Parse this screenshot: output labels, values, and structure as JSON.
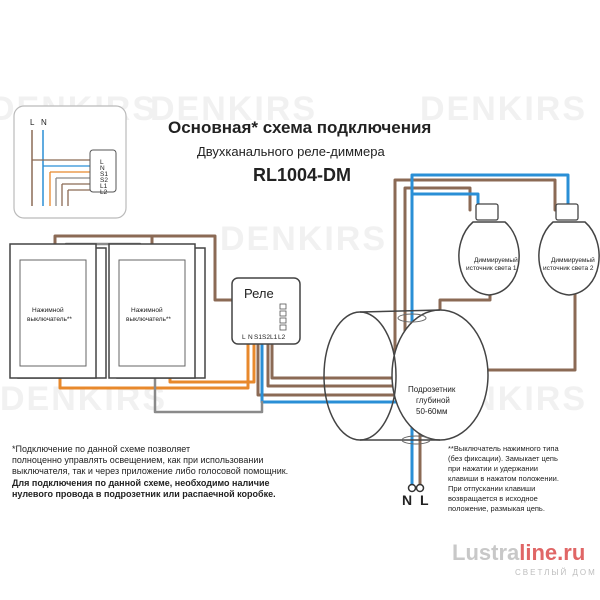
{
  "colors": {
    "wire_brown": "#8b6a55",
    "wire_blue": "#2a8fd6",
    "wire_orange": "#e8892c",
    "wire_gray": "#8a8a8a",
    "outline": "#333333",
    "brand_red": "#e06666"
  },
  "header": {
    "title": "Основная* схема подключения",
    "subtitle": "Двухканального реле-диммера",
    "model": "RL1004-DM"
  },
  "watermark": "DENKIRS",
  "mini_scheme": {
    "label_l": "L",
    "label_n": "N",
    "terminals": [
      "L",
      "N",
      "S1",
      "S2",
      "L1",
      "L2"
    ]
  },
  "switches": [
    {
      "label_line1": "Нажимной",
      "label_line2": "выключатель**"
    },
    {
      "label_line1": "Нажимной",
      "label_line2": "выключатель**"
    }
  ],
  "relay": {
    "label": "Реле",
    "terminals": [
      "L",
      "N",
      "S1",
      "S2",
      "L1",
      "L2"
    ]
  },
  "bulbs": [
    {
      "label_line1": "Диммируемый",
      "label_line2": "источник света 1"
    },
    {
      "label_line1": "Диммируемый",
      "label_line2": "источник света 2"
    }
  ],
  "junction_box": {
    "line1": "Подрозетник",
    "line2": "глубиной",
    "line3": "50-60мм"
  },
  "supply": {
    "n": "N",
    "l": "L"
  },
  "notes": {
    "left": [
      "*Подключение по данной схеме позволяет",
      "полноценно управлять освещением, как при использовании",
      "выключателя, так и через приложение либо голосовой помощник."
    ],
    "left_bold": [
      "Для подключения по данной схеме, необходимо наличие",
      "нулевого провода в подрозетник или распаечной коробке."
    ],
    "right": [
      "**Выключатель нажимного типа",
      "(без фиксации). Замыкает цепь",
      "при нажатии и удержании",
      "клавиши в нажатом положении.",
      "При отпускании клавиши",
      "возвращается в исходное",
      "положение, размыкая цепь."
    ]
  },
  "brand": {
    "part1": "Lustra",
    "part2": "line.ru",
    "tagline": "СВЕТЛЫЙ ДОМ"
  }
}
